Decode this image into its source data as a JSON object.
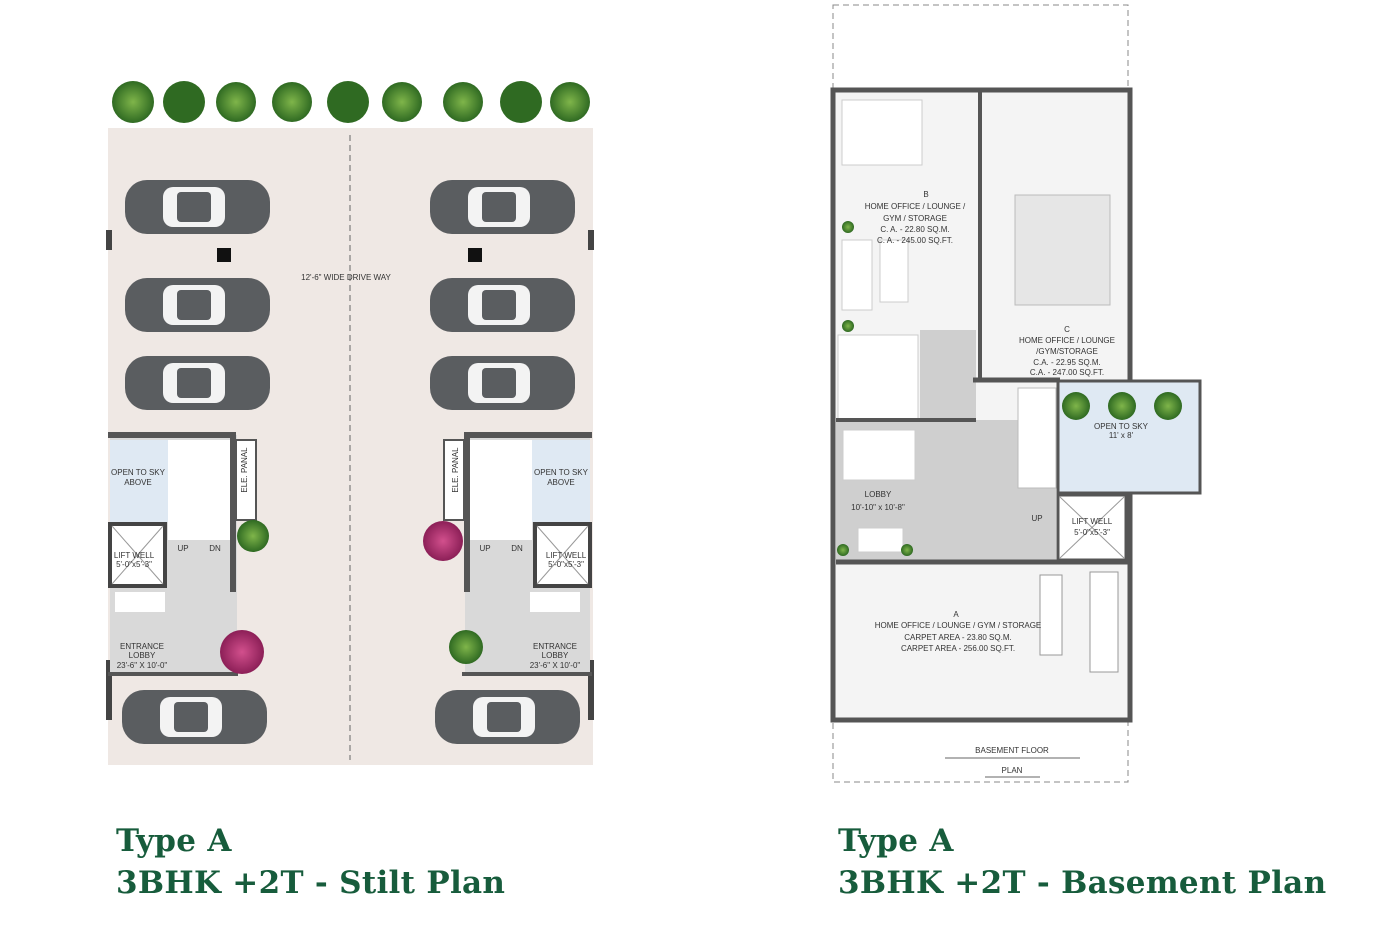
{
  "stilt": {
    "driveway": "12'-6\" WIDE DRIVE WAY",
    "open_to_sky_1": "OPEN TO SKY",
    "open_to_sky_2": "ABOVE",
    "ele_panal": "ELE. PANAL",
    "lift_well": "LIFT WELL",
    "lift_well_dim": "5'-0\"x5'-3\"",
    "up": "UP",
    "dn": "DN",
    "entrance_1": "ENTRANCE",
    "entrance_2": "LOBBY",
    "entrance_dim": "23'-6\" X 10'-0\""
  },
  "basement": {
    "room_b": [
      "B",
      "HOME OFFICE / LOUNGE /",
      "GYM / STORAGE",
      "C. A. - 22.80 SQ.M.",
      "C. A. - 245.00 SQ.FT."
    ],
    "room_c": [
      "C",
      "HOME OFFICE / LOUNGE",
      "/GYM/STORAGE",
      "C.A. - 22.95 SQ.M.",
      "C.A. - 247.00 SQ.FT."
    ],
    "open_to_sky": [
      "OPEN TO SKY",
      "11' x 8'"
    ],
    "lobby": [
      "LOBBY",
      "10'-10\" x 10'-8\""
    ],
    "up": "UP",
    "lift_well": [
      "LIFT WELL",
      "5'-0\"x5'-3\""
    ],
    "room_a": [
      "A",
      "HOME OFFICE / LOUNGE / GYM / STORAGE",
      "CARPET AREA - 23.80 SQ.M.",
      "CARPET AREA - 256.00 SQ.FT."
    ],
    "title_1": "BASEMENT FLOOR",
    "title_2": "PLAN"
  },
  "captions": {
    "left_1": "Type A",
    "left_2": "3BHK +2T - Stilt Plan",
    "right_1": "Type A",
    "right_2": "3BHK +2T - Basement Plan"
  },
  "colors": {
    "caption": "#175c3c",
    "tree": "#3f7f2a",
    "flower": "#b0306e",
    "sky": "#dfe9f3"
  }
}
